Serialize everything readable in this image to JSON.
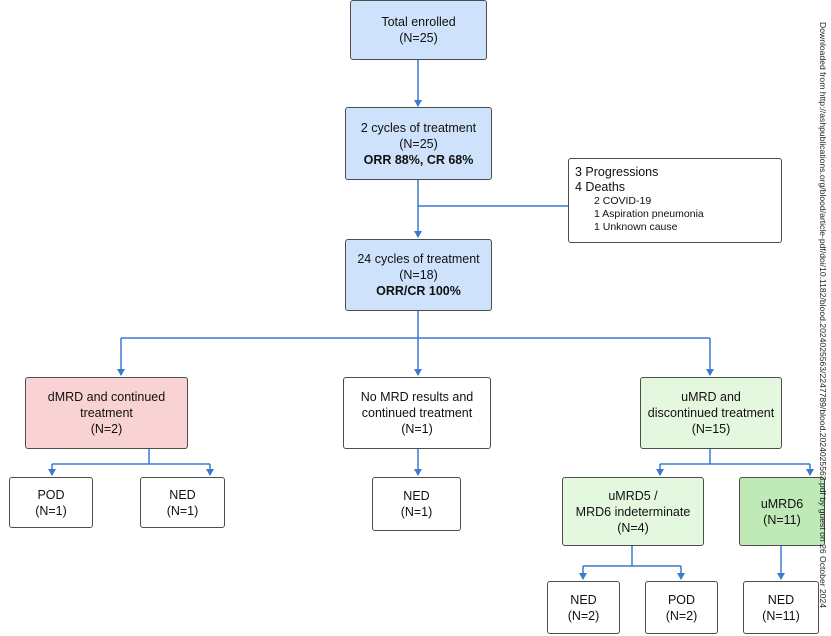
{
  "flowchart": {
    "total": {
      "line1": "Total enrolled",
      "line2": "(N=25)"
    },
    "cycles2": {
      "line1": "2 cycles of treatment",
      "line2": "(N=25)",
      "line3": "ORR 88%, CR 68%"
    },
    "exclusion": {
      "progressions": "3 Progressions",
      "deaths": "4 Deaths",
      "covid": "2 COVID-19",
      "aspiration": "1 Aspiration pneumonia",
      "unknown": "1 Unknown cause"
    },
    "cycles24": {
      "line1": "24 cycles of treatment",
      "line2": "(N=18)",
      "line3": "ORR/CR 100%"
    },
    "dmrd": {
      "line1": "dMRD and continued",
      "line2": "treatment",
      "line3": "(N=2)"
    },
    "nomrd": {
      "line1": "No MRD results and",
      "line2": "continued treatment",
      "line3": "(N=1)"
    },
    "umrd": {
      "line1": "uMRD and",
      "line2": "discontinued treatment",
      "line3": "(N=15)"
    },
    "dmrd_pod": {
      "line1": "POD",
      "line2": "(N=1)"
    },
    "dmrd_ned": {
      "line1": "NED",
      "line2": "(N=1)"
    },
    "nomrd_ned": {
      "line1": "NED",
      "line2": "(N=1)"
    },
    "umrd5": {
      "line1": "uMRD5 /",
      "line2": "MRD6 indeterminate",
      "line3": "(N=4)"
    },
    "umrd6": {
      "line1": "uMRD6",
      "line2": "(N=11)"
    },
    "umrd5_ned": {
      "line1": "NED",
      "line2": "(N=2)"
    },
    "umrd5_pod": {
      "line1": "POD",
      "line2": "(N=2)"
    },
    "umrd6_ned": {
      "line1": "NED",
      "line2": "(N=11)"
    }
  },
  "watermark": "Downloaded from http://ashpublications.org/blood/article-pdf/doi/10.1182/blood.2024025563/2247789/blood.2024025563.pdf by guest on 26 October 2024",
  "colors": {
    "connector": "#3a7ad1",
    "blue_box": "#cfe2fb",
    "pink_box": "#f9d3d3",
    "light_green_box": "#e4f8e0",
    "green_box": "#bfe9b6"
  }
}
